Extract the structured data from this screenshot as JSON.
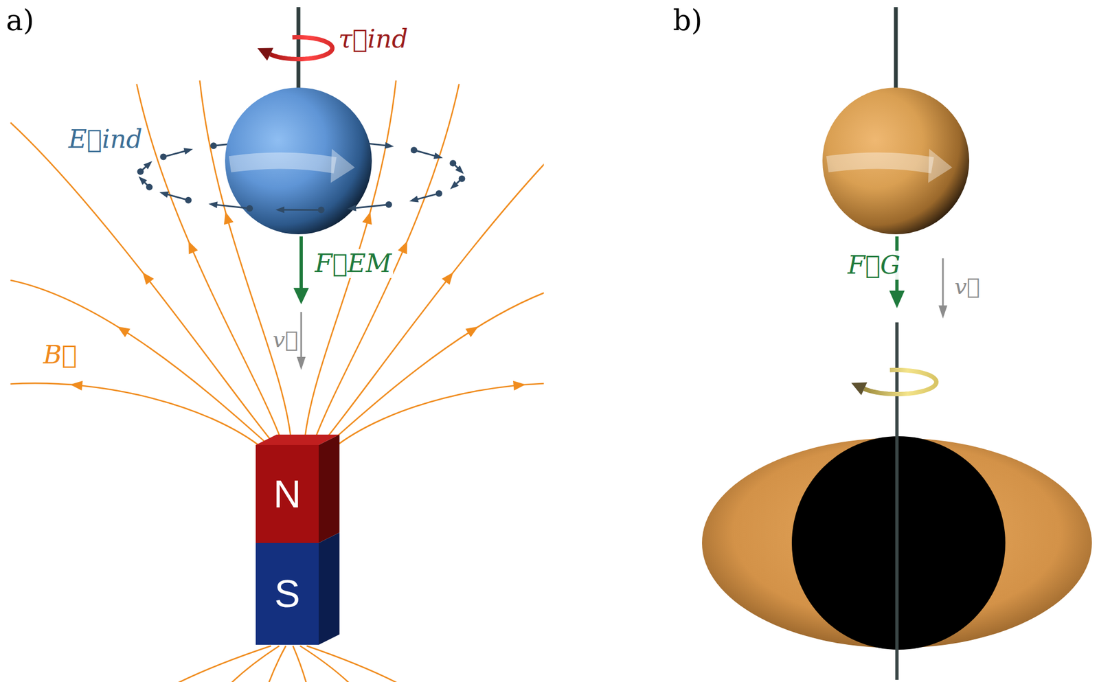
{
  "diagram": {
    "nodes": [
      {
        "text": [
          "N"
        ]
      },
      {
        "text": [
          "S"
        ]
      }
    ],
    "labels": [
      "a)",
      "τ⃗ind",
      "E⃗ind",
      "F⃗EM",
      "v⃗",
      "B⃗",
      "b)",
      "F⃗G",
      "v⃗"
    ]
  }
}
